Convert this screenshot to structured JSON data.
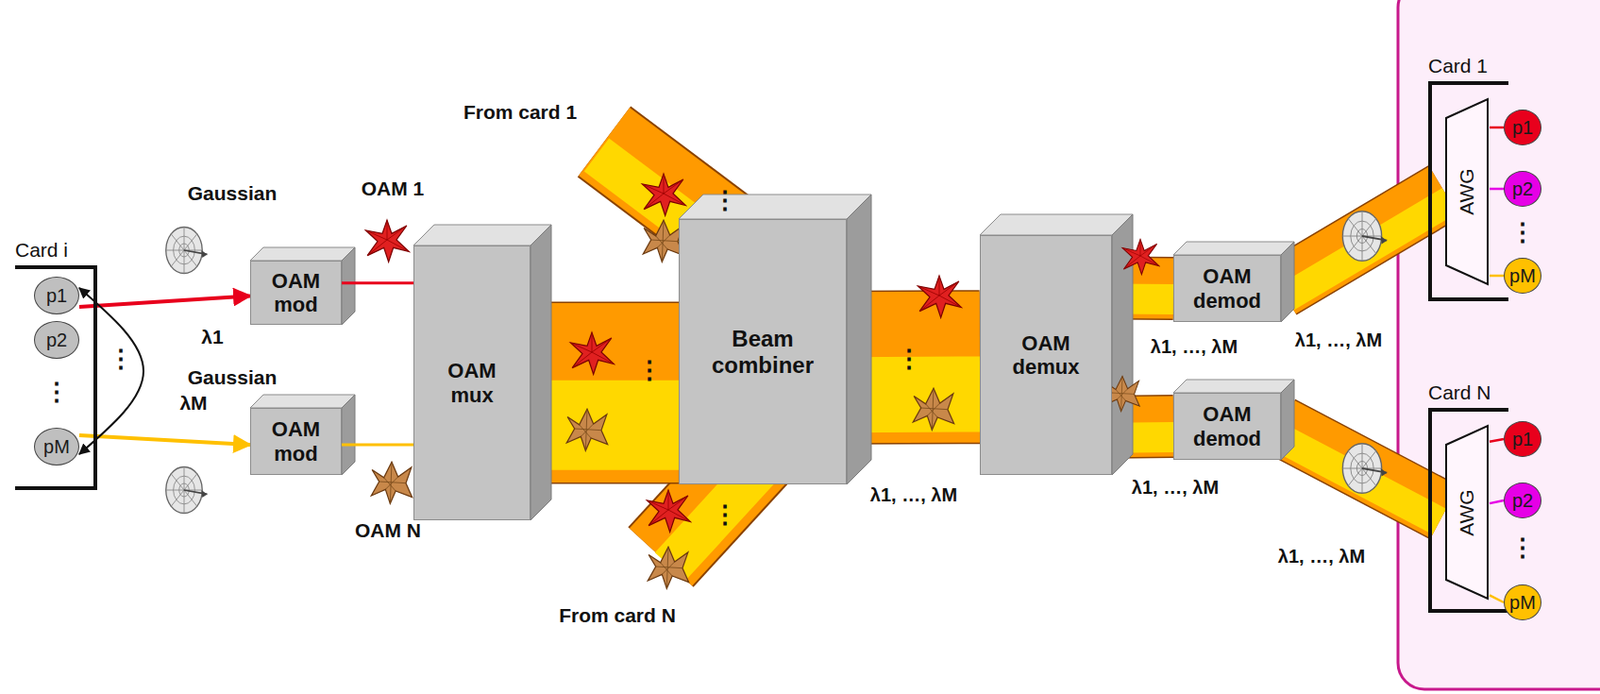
{
  "diagram": {
    "nodes": [
      {
        "text": [
          "Card i"
        ]
      },
      {
        "text": [
          "p1"
        ],
        "in": 0
      },
      {
        "text": [
          "p2"
        ],
        "in": 0
      },
      {
        "text": [
          "pM"
        ],
        "in": 0
      },
      {
        "text": [
          "OAM mod"
        ]
      },
      {
        "text": [
          "OAM mod"
        ]
      },
      {
        "text": [
          "OAM mux"
        ]
      },
      {
        "text": [
          "Beam combiner"
        ]
      },
      {
        "text": [
          "OAM demux"
        ]
      },
      {
        "text": [
          "OAM demod"
        ]
      },
      {
        "text": [
          "OAM demod"
        ]
      },
      {
        "text": [
          "Card 1"
        ]
      },
      {
        "text": [
          "AWG"
        ],
        "in": 11
      },
      {
        "text": [
          "p1"
        ],
        "in": 11
      },
      {
        "text": [
          "p2"
        ],
        "in": 11
      },
      {
        "text": [
          "pM"
        ],
        "in": 11
      },
      {
        "text": [
          "Card N"
        ]
      },
      {
        "text": [
          "AWG"
        ],
        "in": 16
      },
      {
        "text": [
          "p1"
        ],
        "in": 16
      },
      {
        "text": [
          "p2"
        ],
        "in": 16
      },
      {
        "text": [
          "pM"
        ],
        "in": 16
      }
    ],
    "edges": [
      {
        "from": 1,
        "to": 4,
        "arrow": "to",
        "label": "λ1"
      },
      {
        "from": 3,
        "to": 5,
        "arrow": "to",
        "label": "λM"
      },
      {
        "from": 1,
        "to": 3,
        "arrow": "both"
      },
      {
        "from": 4,
        "to": 6,
        "arrow": "none"
      },
      {
        "from": 5,
        "to": 6,
        "arrow": "none"
      },
      {
        "from": 6,
        "to": 7,
        "arrow": "none"
      },
      {
        "from": 7,
        "to": 8,
        "arrow": "none"
      },
      {
        "from": 8,
        "to": 9,
        "arrow": "none"
      },
      {
        "from": 8,
        "to": 10,
        "arrow": "none"
      },
      {
        "from": 9,
        "to": 12,
        "arrow": "none"
      },
      {
        "from": 10,
        "to": 17,
        "arrow": "none"
      },
      {
        "from": 12,
        "to": 13,
        "arrow": "none"
      },
      {
        "from": 12,
        "to": 14,
        "arrow": "none"
      },
      {
        "from": 12,
        "to": 15,
        "arrow": "none"
      },
      {
        "from": 17,
        "to": 18,
        "arrow": "none"
      },
      {
        "from": 17,
        "to": 19,
        "arrow": "none"
      },
      {
        "from": 17,
        "to": 20,
        "arrow": "none"
      }
    ],
    "labels": [
      "Gaussian",
      "OAM 1",
      "Gaussian",
      "⋮",
      "⋮",
      "OAM N",
      "From card 1",
      "⋮",
      "⋮",
      "⋮",
      "From card N",
      "⋮",
      "λ1, …, λM",
      "λ1, …, λM",
      "λ1, …, λM",
      "λ1, …, λM",
      "λ1, …, λM",
      "⋮",
      "⋮"
    ]
  }
}
